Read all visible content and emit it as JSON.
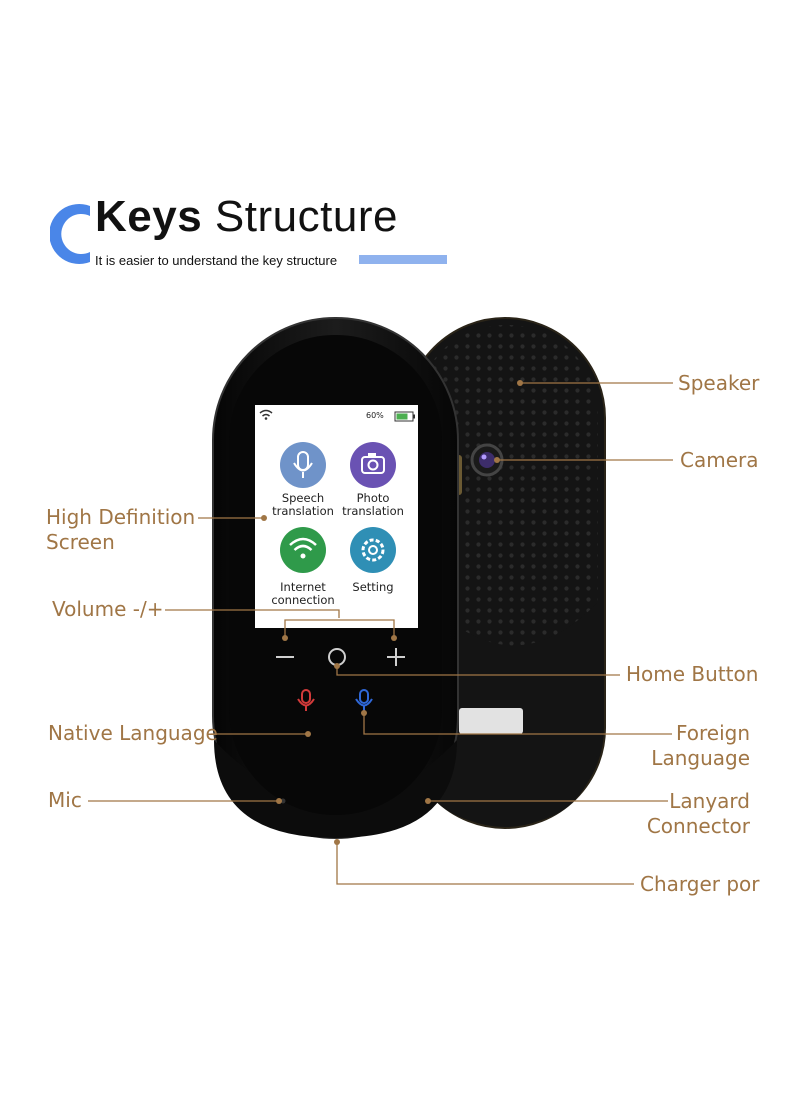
{
  "header": {
    "title_bold": "Keys",
    "title_rest": "Structure",
    "subtitle": "It is easier to understand the key structure"
  },
  "screen": {
    "battery": "60%",
    "apps": [
      {
        "line1": "Speech",
        "line2": "translation",
        "icon": "mic-icon",
        "color": "#6f93c9"
      },
      {
        "line1": "Photo",
        "line2": "translation",
        "icon": "camera-icon",
        "color": "#6a52b3"
      },
      {
        "line1": "Internet",
        "line2": "connection",
        "icon": "wifi-icon",
        "color": "#2f9a4a"
      },
      {
        "line1": "Setting",
        "line2": "",
        "icon": "gear-icon",
        "color": "#2f8fb5"
      }
    ]
  },
  "labels": {
    "speaker": "Speaker",
    "camera": "Camera",
    "hd_screen_1": "High Definition",
    "hd_screen_2": "Screen",
    "volume": "Volume -/+",
    "home_button": "Home Button",
    "native_language": "Native Language",
    "foreign_language_1": "Foreign",
    "foreign_language_2": "Language",
    "mic": "Mic",
    "lanyard_1": "Lanyard",
    "lanyard_2": "Connector",
    "charger": "Charger por"
  },
  "colors": {
    "accent_blue": "#4a86e8",
    "subtitle_bar": "#8fb2ee",
    "callout": "#a07646",
    "device": "#111111"
  }
}
